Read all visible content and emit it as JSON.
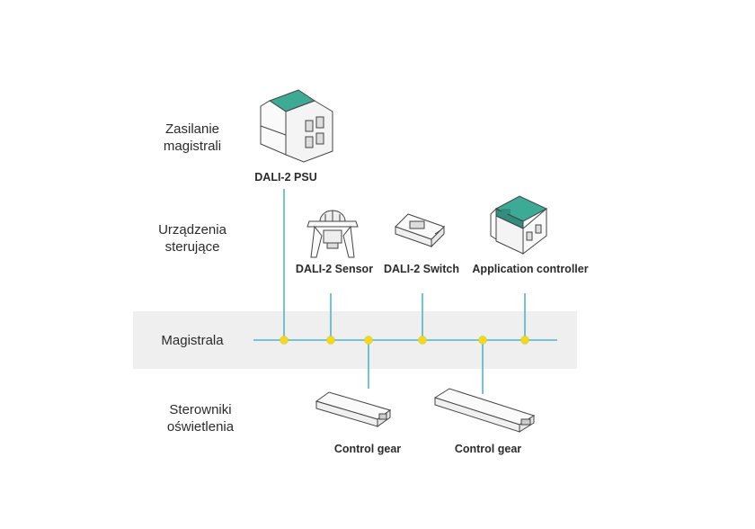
{
  "rows": {
    "power": "Zasilanie\nmagistrali",
    "control": "Urządzenia\nsterujące",
    "bus": "Magistrala",
    "gear": "Sterowniki\noświetlenia"
  },
  "devices": {
    "psu": "DALI-2 PSU",
    "sensor": "DALI-2 Sensor",
    "switch": "DALI-2 Switch",
    "app": "Application controller",
    "gear1": "Control gear",
    "gear2": "Control gear"
  },
  "colors": {
    "line": "#52b5c9",
    "junction": "#f0d920",
    "band": "#efefef",
    "teal": "#3daa96"
  }
}
